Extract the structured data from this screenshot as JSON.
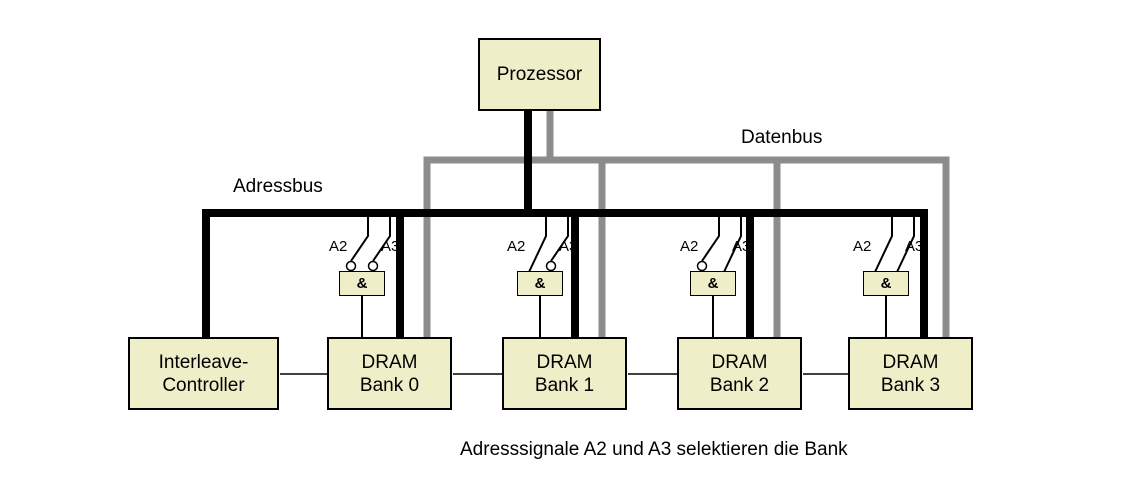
{
  "diagram": {
    "processor": "Prozessor",
    "adressbus_label": "Adressbus",
    "datenbus_label": "Datenbus",
    "caption": "Adresssignale A2 und A3 selektieren die Bank",
    "controller": {
      "line1": "Interleave-",
      "line2": "Controller"
    },
    "banks": [
      {
        "line1": "DRAM",
        "line2": "Bank 0"
      },
      {
        "line1": "DRAM",
        "line2": "Bank 1"
      },
      {
        "line1": "DRAM",
        "line2": "Bank 2"
      },
      {
        "line1": "DRAM",
        "line2": "Bank 3"
      }
    ],
    "gate_symbol": "&",
    "signals": {
      "a2": "A2",
      "a3": "A3"
    },
    "colors": {
      "box_fill": "#eeeec8",
      "address_bus": "#000000",
      "data_bus": "#8c8c8c",
      "background": "#ffffff"
    }
  }
}
